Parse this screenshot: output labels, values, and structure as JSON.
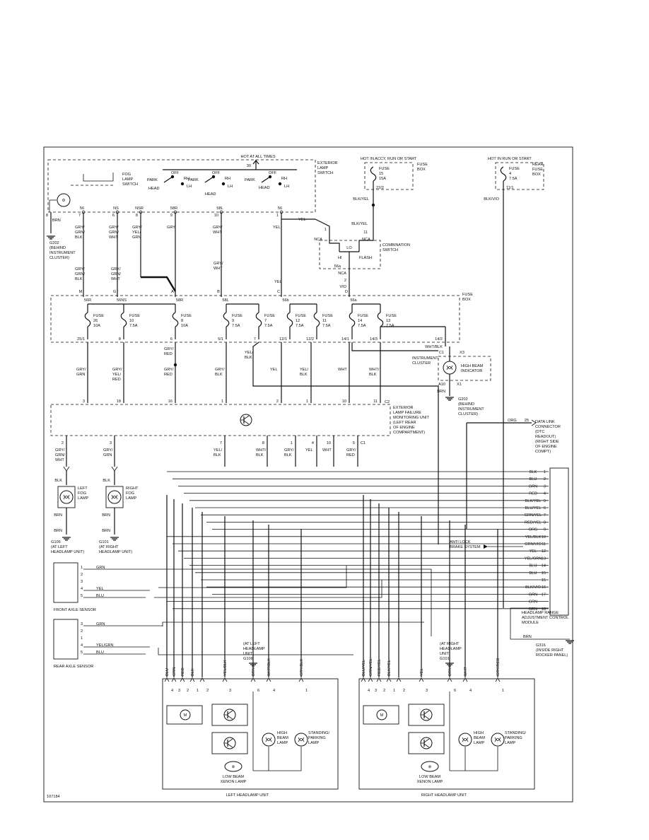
{
  "hot_at_all_times": "HOT AT ALL TIMES",
  "hot_in_accy": "HOT IN ACCY, RUN OR START",
  "hot_in_run": "HOT IN RUN OR START",
  "pin_30": "30",
  "exterior_lamp_switch": [
    "EXTERIOR",
    "LAMP",
    "SWITCH"
  ],
  "fog_lamp_switch": [
    "FOG",
    "LAMP",
    "SWITCH"
  ],
  "switch_labels": {
    "off": "OFF",
    "park": "PARK",
    "head": "HEAD",
    "rh": "RH",
    "lh": "LH"
  },
  "ext_pins": [
    {
      "pin": "56",
      "num": "7",
      "wire": [
        "GRY/",
        "GRN/",
        "BLK"
      ]
    },
    {
      "pin": "NS",
      "num": "6",
      "wire": [
        "GRY/",
        "GRN/",
        "WHT"
      ]
    },
    {
      "pin": "NSR",
      "num": "8",
      "wire": [
        "GRY/",
        "YEL/",
        "GRN"
      ]
    },
    {
      "pin": "58R",
      "num": "9",
      "wire": [
        "GRY"
      ]
    },
    {
      "pin": "58L",
      "num": "10",
      "wire": [
        "GRY/",
        "WHT"
      ]
    },
    {
      "pin": "56",
      "num": "1",
      "wire": [
        "YEL"
      ]
    }
  ],
  "g202_top": [
    "G202",
    "(BEHIND",
    "INSTRUMENT",
    "CLUSTER)"
  ],
  "brn": "BRN",
  "fuse_box_top1": {
    "title": [
      "FUSE",
      "BOX"
    ],
    "fuse": [
      "FUSE",
      "15",
      "15A"
    ],
    "pin": "22/2",
    "wire": "BLK/YEL"
  },
  "rear_fuse_box": {
    "title": [
      "REAR",
      "FUSE",
      "BOX"
    ],
    "fuse": [
      "FUSE",
      "4",
      "7.5A"
    ],
    "pin": "11/1",
    "wire": "BLK/VIO"
  },
  "combination_switch": {
    "title": [
      "COMBINATION",
      "SWITCH"
    ],
    "nca": "NCA",
    "lo": "LO",
    "hi": "HI",
    "flash": "FLASH",
    "p56a": "56a",
    "p2": "2",
    "p1": "1",
    "p11": "11",
    "wire_in": "BLK/YEL",
    "wire_out": "VIO",
    "wire_yel": "YEL"
  },
  "mid_wires": [
    [
      "GRY/",
      "GRN/",
      "BLK"
    ],
    [
      "GRY/",
      "GRN/",
      "WHT"
    ],
    [
      "GRY/",
      "WHT"
    ],
    [
      "YEL"
    ]
  ],
  "fuse_box_inputs": [
    "56R",
    "56NS",
    "58R",
    "58L",
    "56b",
    "56a"
  ],
  "fuse_box_input_letters": [
    "M",
    "G",
    "A",
    "B",
    "C",
    "D"
  ],
  "fuse_box_title": [
    "FUSE",
    "BOX"
  ],
  "fuses": [
    {
      "name": "FUSE",
      "num": "26",
      "amp": "10A",
      "out": "25/1"
    },
    {
      "name": "FUSE",
      "num": "10",
      "amp": "7.5A",
      "out": "8"
    },
    {
      "name": "FUSE",
      "num": "8",
      "amp": "10A",
      "out": "6"
    },
    {
      "name": "FUSE",
      "num": "9",
      "amp": "7.5A",
      "out": "5/1"
    },
    {
      "name": "FUSE",
      "num": "7",
      "amp": "7.5A",
      "out": "7"
    },
    {
      "name": "FUSE",
      "num": "12",
      "amp": "7.5A",
      "out": "12/1"
    },
    {
      "name": "FUSE",
      "num": "11",
      "amp": "7.5A",
      "out": "12/2"
    },
    {
      "name": "FUSE",
      "num": "14",
      "amp": "7.5A",
      "out": "14/1"
    },
    {
      "name": "FUSE",
      "num": "13",
      "amp": "7.5A",
      "out": "14/3"
    }
  ],
  "fuse_extra_out": "14/2",
  "cluster": {
    "label": [
      "INSTRUMENT",
      "CLUSTER"
    ],
    "indicator": [
      "HIGH BEAM",
      "INDICATOR"
    ],
    "c1": "C1",
    "x3": "X3",
    "a10": "A10",
    "x1": "X1",
    "wire_in": "WHT/BLK",
    "wire_gnd": "BRN",
    "ground": [
      "G202",
      "(BEHIND",
      "INSTRUMENT",
      "CLUSTER)"
    ]
  },
  "lower_wires": [
    {
      "w": [
        "GRY/",
        "GRN"
      ],
      "pin": "3"
    },
    {
      "w": [
        "GRY/",
        "YEL/",
        "RED"
      ],
      "pin": "18"
    },
    {
      "w": [
        "GRY/",
        "RED"
      ],
      "pin": "16"
    },
    {
      "w": [
        "GRY/",
        "BLK"
      ],
      "pin": "1"
    },
    {
      "w": [
        "YEL"
      ],
      "pin": "2"
    },
    {
      "w": [
        "YEL/",
        "BLK"
      ],
      "pin": "1"
    },
    {
      "w": [
        "WHT"
      ],
      "pin": "10"
    },
    {
      "w": [
        "WHT/",
        "BLK"
      ],
      "pin": "11"
    }
  ],
  "gry_red": [
    "GRY/",
    "RED"
  ],
  "yel_blk": [
    "YEL/",
    "BLK"
  ],
  "failure_module": {
    "title": [
      "EXTERIOR",
      "LAMP FAILURE",
      "MONITORING UNIT",
      "(LEFT REAR",
      "OF ENGINE",
      "COMPARTMENT)"
    ],
    "c2": "C2",
    "c1": "C1"
  },
  "module_outputs": [
    {
      "pin": "2",
      "w": [
        "GRY/",
        "GRN/",
        "WHT"
      ]
    },
    {
      "pin": "3",
      "w": [
        "GRY/",
        "GRN"
      ]
    },
    {
      "pin": "7",
      "w": [
        "YEL/",
        "BLK"
      ]
    },
    {
      "pin": "8",
      "w": [
        "WHT/",
        "BLK"
      ]
    },
    {
      "pin": "1",
      "w": [
        "GRY/",
        "BLK"
      ]
    },
    {
      "pin": "4",
      "w": [
        "YEL"
      ]
    },
    {
      "pin": "10",
      "w": [
        "WHT"
      ]
    },
    {
      "pin": "5",
      "w": [
        "GRY/",
        "RED"
      ]
    }
  ],
  "left_fog": {
    "label": [
      "LEFT",
      "FOG",
      "LAMP"
    ],
    "ground": [
      "G106",
      "(AT LEFT",
      "HEADLAMP UNIT)"
    ],
    "wire_top": "BLK",
    "wire_bot": "BRN"
  },
  "right_fog": {
    "label": [
      "RIGHT",
      "FOG",
      "LAMP"
    ],
    "ground": [
      "G101",
      "(AT RIGHT",
      "HEADLAMP UNIT)"
    ],
    "wire_top": "BLK",
    "wire_bot": "BRN"
  },
  "data_link": {
    "label": [
      "DATA LINK",
      "CONNECTOR",
      "(DTC",
      "READOUT)",
      "(RIGHT SIDE",
      "OF ENGINE",
      "COMPT)"
    ],
    "wire": "ORG",
    "pin": "25"
  },
  "hrm_pins": [
    {
      "wire": "BLK",
      "pin": "1"
    },
    {
      "wire": "BLU",
      "pin": "2"
    },
    {
      "wire": "GRN",
      "pin": "3"
    },
    {
      "wire": "RED",
      "pin": "4"
    },
    {
      "wire": "BLK/YEL",
      "pin": "5"
    },
    {
      "wire": "BLU/YEL",
      "pin": "6"
    },
    {
      "wire": "GRN/YEL",
      "pin": "7"
    },
    {
      "wire": "RED/YEL",
      "pin": "8"
    },
    {
      "wire": "ORG",
      "pin": "9"
    },
    {
      "wire": "YEL/BLK",
      "pin": "10"
    },
    {
      "wire": "GRN/VIO",
      "pin": "11"
    },
    {
      "wire": "YEL",
      "pin": "12"
    },
    {
      "wire": "YEL/GRN",
      "pin": "13"
    },
    {
      "wire": "BLU",
      "pin": "14"
    },
    {
      "wire": "BLU",
      "pin": "15"
    },
    {
      "wire": "",
      "pin": "15"
    },
    {
      "wire": "BLK/VIO",
      "pin": "16"
    },
    {
      "wire": "GRN",
      "pin": "17"
    },
    {
      "wire": "GRN",
      "pin": ""
    },
    {
      "wire": "BRN",
      "pin": "18"
    }
  ],
  "anti_lock": [
    "ANTI LOCK",
    "BRAKE SYSTEM"
  ],
  "hrm": {
    "label": [
      "HEADLAMP RANGE",
      "ADJUSTMENT CONTROL",
      "MODULE"
    ],
    "ground": [
      "G316",
      "(INSIDE RIGHT",
      "ROCKER PANEL)"
    ],
    "wire_gnd": "BRN"
  },
  "front_sensor": {
    "label": "FRONT AXLE SENSOR",
    "pins": [
      {
        "p": "1",
        "w": "GRN"
      },
      {
        "p": "2",
        "w": ""
      },
      {
        "p": "3",
        "w": ""
      },
      {
        "p": "4",
        "w": "YEL"
      },
      {
        "p": "5",
        "w": "BLU"
      }
    ]
  },
  "rear_sensor": {
    "label": "REAR AXLE SENSOR",
    "pins": [
      {
        "p": "3",
        "w": "GRN"
      },
      {
        "p": "2",
        "w": ""
      },
      {
        "p": "1",
        "w": ""
      },
      {
        "p": "4",
        "w": "YEL/GRN"
      },
      {
        "p": "5",
        "w": "BLU"
      }
    ]
  },
  "left_ground": [
    "(AT LEFT",
    "HEADLAMP",
    "UNIT)",
    "G106"
  ],
  "right_ground": [
    "(AT RIGHT",
    "HEADLAMP",
    "UNIT)",
    "G101"
  ],
  "left_unit": {
    "label": "LEFT HEADLAMP UNIT",
    "connectors": [
      {
        "w": "BLU",
        "p": "4"
      },
      {
        "w": "GRN",
        "p": "3"
      },
      {
        "w": "RED",
        "p": "2"
      },
      {
        "w": "BLK",
        "p": "1"
      },
      {
        "w": "",
        "p": "2"
      },
      {
        "w": "YEL/BLK",
        "p": "3"
      },
      {
        "w": "BRN",
        "p": "6"
      },
      {
        "w": "WHT/BLK",
        "p": "4"
      },
      {
        "w": "GRY/BLK",
        "p": "1"
      }
    ],
    "high_beam": [
      "HIGH",
      "BEAM",
      "LAMP"
    ],
    "parking": [
      "STANDING/",
      "PARKING",
      "LAMP"
    ],
    "low_beam": [
      "LOW BEAM",
      "XENON LAMP"
    ]
  },
  "right_unit": {
    "label": "RIGHT HEADLAMP UNIT",
    "connectors": [
      {
        "w": "BLU/YEL",
        "p": "4"
      },
      {
        "w": "GRN/YEL",
        "p": "3"
      },
      {
        "w": "RED/YEL",
        "p": "2"
      },
      {
        "w": "BLK/YEL",
        "p": "1"
      },
      {
        "w": "",
        "p": "2"
      },
      {
        "w": "YEL",
        "p": "3"
      },
      {
        "w": "BRN",
        "p": "6"
      },
      {
        "w": "WHT",
        "p": "4"
      },
      {
        "w": "GRY/RED",
        "p": "1"
      }
    ],
    "high_beam": [
      "HIGH",
      "BEAM",
      "LAMP"
    ],
    "parking": [
      "STANDING/",
      "PARKING",
      "LAMP"
    ],
    "low_beam": [
      "LOW BEAM",
      "XENON LAMP"
    ]
  },
  "figure_id": "107184",
  "icons": [
    "motor-icon",
    "xenon-control-icon",
    "bulb-icon",
    "ground-icon",
    "fuse-icon",
    "switch-icon",
    "transistor-icon"
  ]
}
